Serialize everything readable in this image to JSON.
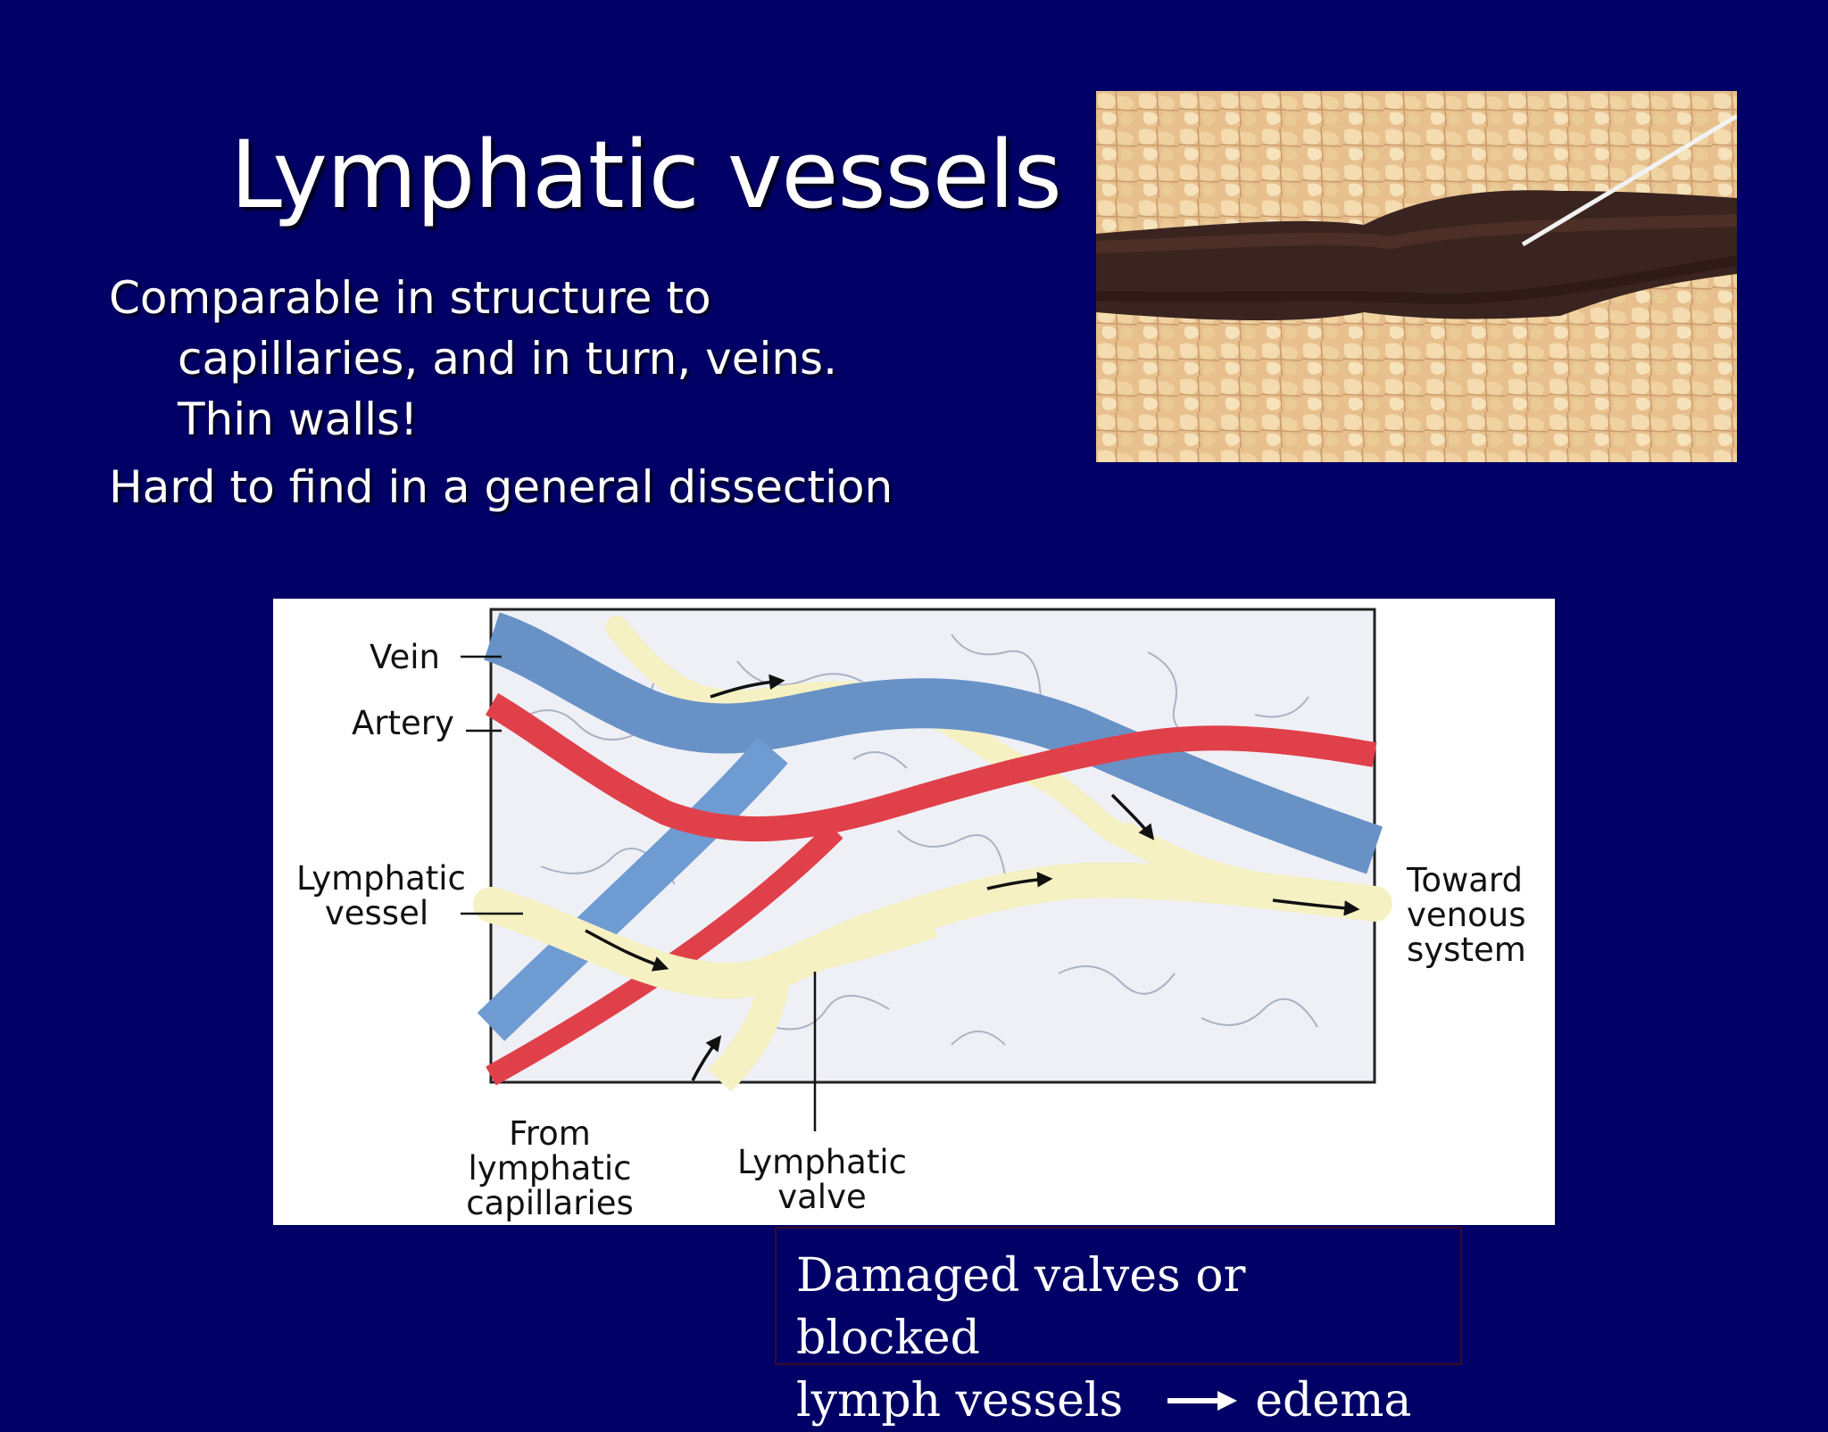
{
  "slide": {
    "title": "Lymphatic vessels",
    "bullets": [
      "Comparable in structure to capillaries, and in turn, veins. Thin walls!",
      "Hard to find in a general dissection"
    ]
  },
  "diagram": {
    "labels": {
      "vein": "Vein",
      "artery": "Artery",
      "lymphatic_vessel_1": "Lymphatic",
      "lymphatic_vessel_2": "vessel",
      "toward_1": "Toward",
      "toward_2": "venous",
      "toward_3": "system",
      "from_1": "From",
      "from_2": "lymphatic",
      "from_3": "capillaries",
      "valve_1": "Lymphatic",
      "valve_2": "valve"
    },
    "colors": {
      "vein": "#6f9bd3",
      "artery": "#e0404a",
      "lymph": "#f6f1c2",
      "tissue": "#eef0f6"
    }
  },
  "note": {
    "line1": "Damaged valves or blocked",
    "line2_left": "lymph vessels",
    "line2_right": "edema",
    "arrow_icon": "right-arrow-icon"
  },
  "photo": {
    "icon": "dissection-photo-icon"
  }
}
